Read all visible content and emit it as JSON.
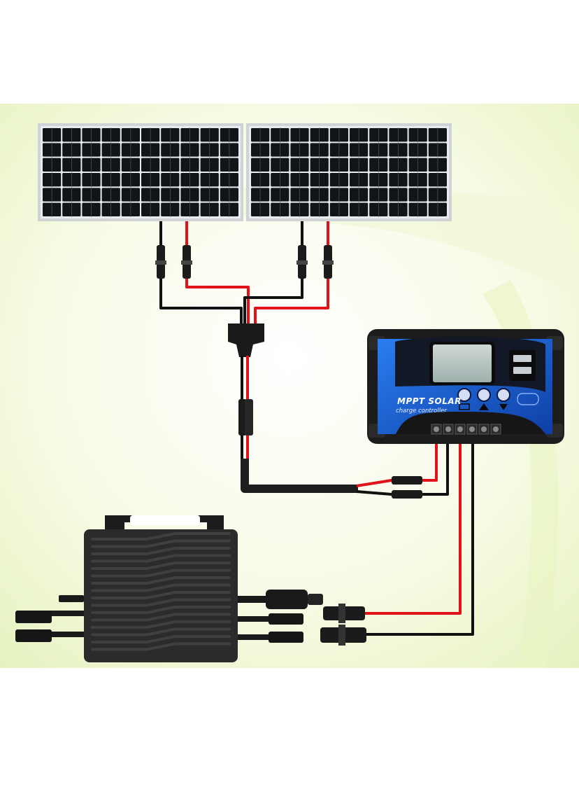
{
  "controller": {
    "title": "MPPT SOLAR",
    "subtitle": "charge controller",
    "terminal_count": 6
  },
  "panels": {
    "count": 2,
    "cell_columns": 10,
    "cell_rows": 6
  },
  "colors": {
    "background_glow": "#eef7cf",
    "panel_cell": "#111418",
    "panel_frame": "#cfd3d6",
    "wire_positive": "#e0121a",
    "wire_negative": "#111111",
    "controller_body": "#1a58c8",
    "controller_frame": "#1c1c1c",
    "inverter_body": "#2b2b2b"
  }
}
